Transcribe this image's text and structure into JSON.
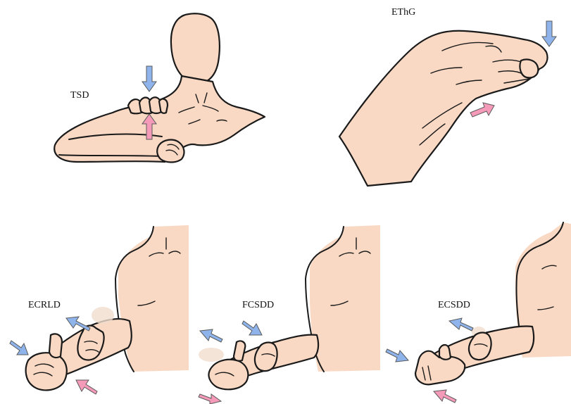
{
  "figure": {
    "labels": {
      "tsd": "TSD",
      "ethg": "EThG",
      "ecrld": "ECRLD",
      "fcsdd": "FCSDD",
      "ecsdd": "ECSDD"
    },
    "colors": {
      "skin": "#f9d9c4",
      "skin_shade": "#f3c9ad",
      "outline": "#1a1a1a",
      "arrow_blue": "#8fb4ec",
      "arrow_pink": "#f59ab8",
      "arrow_stroke": "#5a5a5a"
    }
  }
}
